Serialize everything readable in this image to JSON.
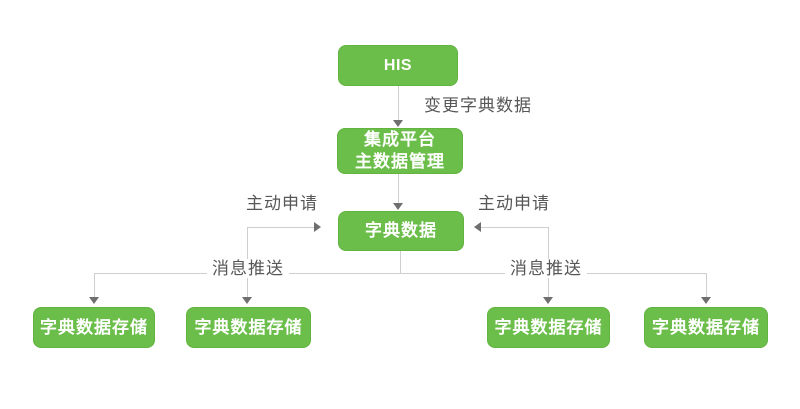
{
  "diagram": {
    "type": "flowchart",
    "background": "#ffffff",
    "colors": {
      "node_fill": "#6cbe4b",
      "node_border": "#62b33f",
      "node_text": "#ffffff",
      "connector_line": "#cfcfcf",
      "arrowhead": "#6f6f6f",
      "edge_label_text": "#575757"
    },
    "nodes": {
      "his": {
        "label": "HIS"
      },
      "platform": {
        "line1": "集成平台",
        "line2": "主数据管理"
      },
      "dict_data": {
        "label": "字典数据"
      },
      "storage_1": {
        "label": "字典数据存储"
      },
      "storage_2": {
        "label": "字典数据存储"
      },
      "storage_3": {
        "label": "字典数据存储"
      },
      "storage_4": {
        "label": "字典数据存储"
      }
    },
    "edges": {
      "change_dict": {
        "label": "变更字典数据"
      },
      "request_left": {
        "label": "主动申请"
      },
      "request_right": {
        "label": "主动申请"
      },
      "push_left": {
        "label": "消息推送"
      },
      "push_right": {
        "label": "消息推送"
      }
    }
  }
}
